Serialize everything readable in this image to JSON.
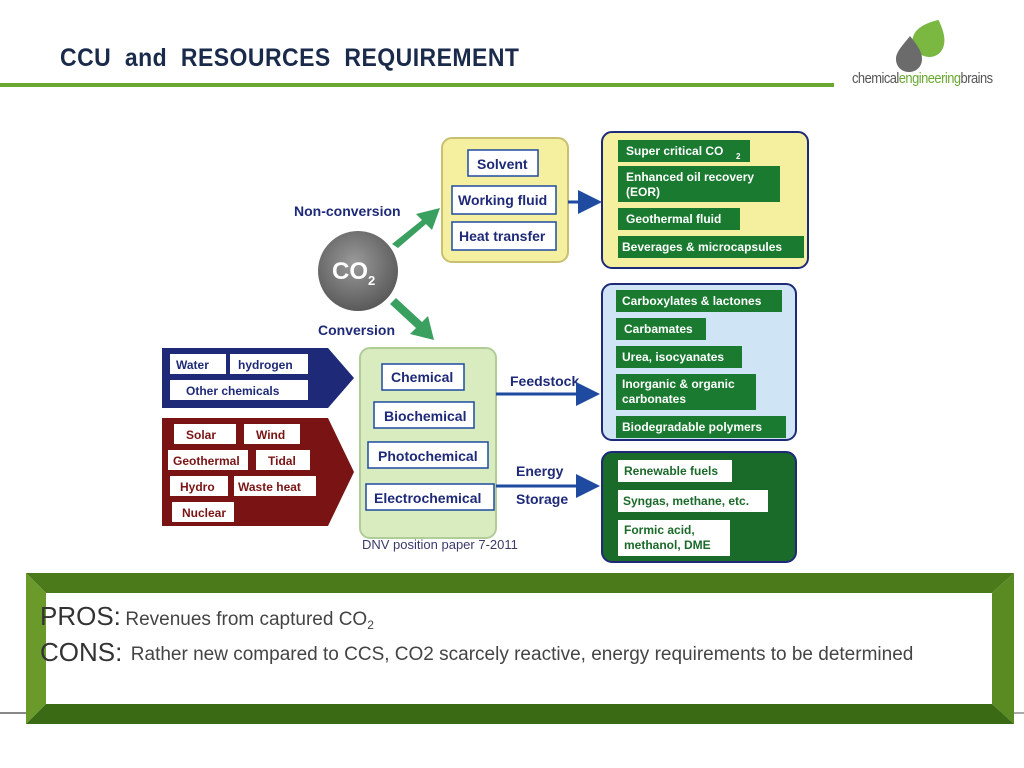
{
  "header": {
    "title": "CCU  and  RESOURCES  REQUIREMENT",
    "logo": {
      "part1": "chemical",
      "part2": "engineering",
      "part3": "brains",
      "accent": "#6aa830"
    }
  },
  "diagram": {
    "center": "CO",
    "center_sub": "2",
    "non_conversion_label": "Non-conversion",
    "conversion_label": "Conversion",
    "non_conversion_items": [
      "Solvent",
      "Working fluid",
      "Heat transfer"
    ],
    "uses": {
      "super_critical": "Super critical CO",
      "super_critical_sub": "2",
      "eor_line1": "Enhanced oil recovery",
      "eor_line2": "(EOR)",
      "geothermal_fluid": "Geothermal fluid",
      "beverages": "Beverages & microcapsules"
    },
    "inputs_chem": [
      "Water",
      "hydrogen",
      "Other chemicals"
    ],
    "inputs_energy": [
      "Solar",
      "Wind",
      "Geothermal",
      "Tidal",
      "Hydro",
      "Waste heat",
      "Nuclear"
    ],
    "conversion_items": [
      "Chemical",
      "Biochemical",
      "Photochemical",
      "Electrochemical"
    ],
    "feedstock_label": "Feedstock",
    "energy_label": "Energy",
    "storage_label": "Storage",
    "feedstock_items": {
      "carboxylates": "Carboxylates & lactones",
      "carbamates": "Carbamates",
      "urea": "Urea, isocyanates",
      "inorganic_line1": "Inorganic & organic",
      "inorganic_line2": "carbonates",
      "biodegradable": "Biodegradable polymers"
    },
    "energy_items": {
      "renewable": "Renewable fuels",
      "syngas": "Syngas, methane, etc.",
      "formic_line1": "Formic acid,",
      "formic_line2": "methanol, DME"
    },
    "colors": {
      "green": "#1a7a30",
      "navy": "#1e2a78",
      "maroon": "#7a1414",
      "yellow_box": "#f5f0a0",
      "light_green_box": "#d8ecc0",
      "light_blue_box": "#cfe4f4",
      "dark_green_box": "#1a6a2a",
      "arrow_green": "#3aa060",
      "arrow_blue": "#1e4aa0"
    }
  },
  "caption": "DNV position paper 7-2011",
  "summary": {
    "pros_label": "PROS:",
    "pros_text": "Revenues from captured CO",
    "pros_sub": "2",
    "cons_label": "CONS:",
    "cons_text": "Rather new compared to CCS, CO2 scarcely reactive, energy requirements to be determined"
  }
}
